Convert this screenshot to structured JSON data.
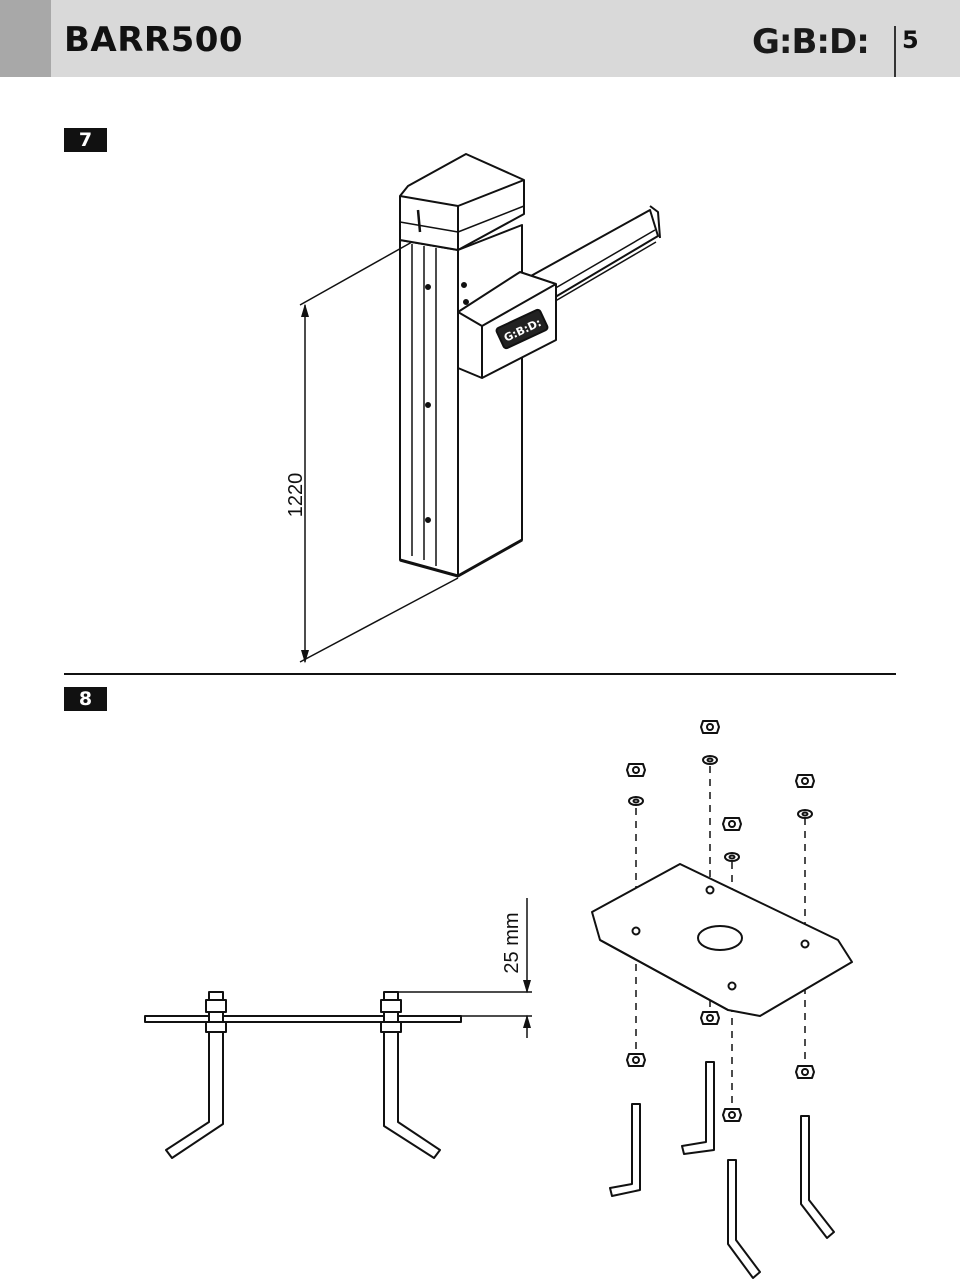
{
  "header": {
    "title": "BARR500",
    "logo": "G:B:D:",
    "page_number": "5"
  },
  "figures": [
    {
      "label": "7",
      "dimension": "1220"
    },
    {
      "label": "8",
      "dimension": "25 mm"
    }
  ],
  "barrier_cover_logo": "G:B:D:"
}
